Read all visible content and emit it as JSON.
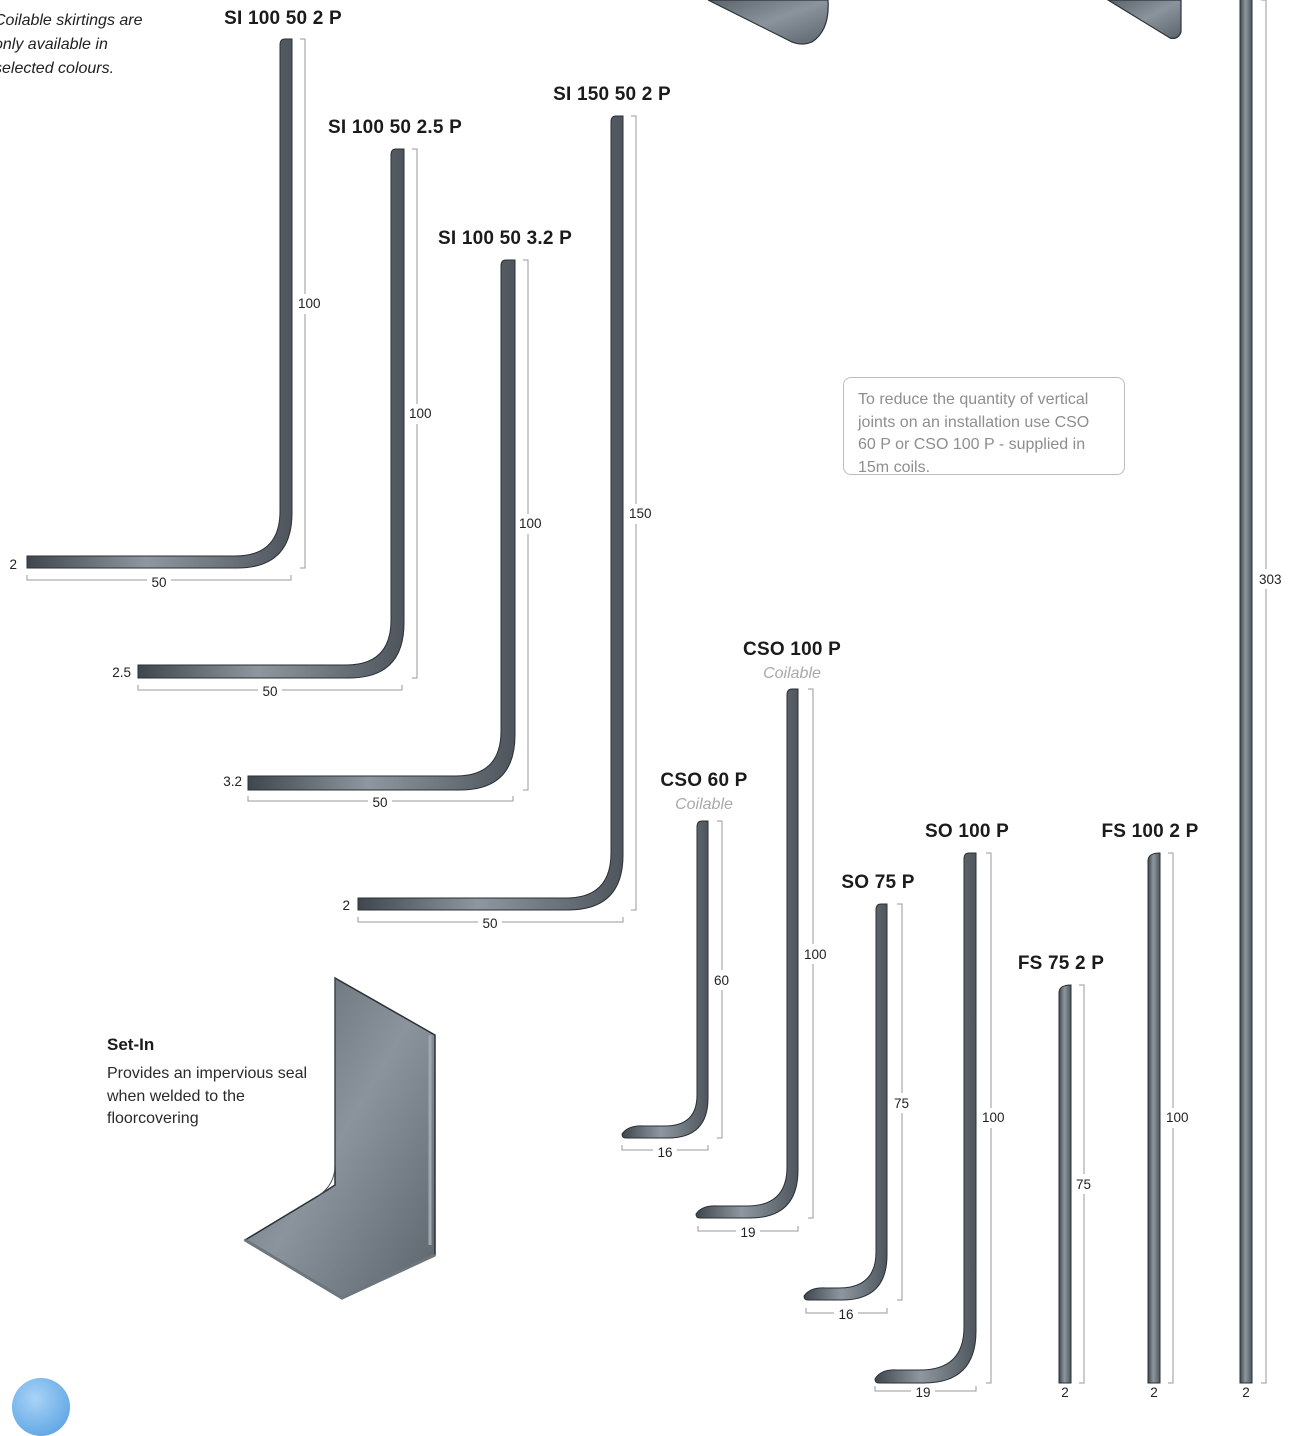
{
  "note_text": "Coilable skirtings are only available in selected colours.",
  "callout_text": "To reduce the quantity of vertical joints on an installation use CSO 60 P or CSO 100 P - supplied in 15m coils.",
  "set_in": {
    "title": "Set-In",
    "description": "Provides an impervious seal when welded to the floorcovering"
  },
  "colors": {
    "profile_dark": "#4a5158",
    "profile_light": "#8c959e",
    "dimension_line": "#9a9a9a",
    "info_icon": "#5fa6e6"
  },
  "icons": {
    "info": "info-icon"
  },
  "profiles": [
    {
      "name": "SI 100 50 2 P",
      "height": "100",
      "base": "50",
      "thickness": "2"
    },
    {
      "name": "SI 100 50 2.5 P",
      "height": "100",
      "base": "50",
      "thickness": "2.5"
    },
    {
      "name": "SI 100 50 3.2 P",
      "height": "100",
      "base": "50",
      "thickness": "3.2"
    },
    {
      "name": "SI 150 50 2 P",
      "height": "150",
      "base": "50",
      "thickness": "2"
    },
    {
      "name": "CSO 60 P",
      "subtitle": "Coilable",
      "height": "60",
      "base": "16"
    },
    {
      "name": "CSO 100 P",
      "subtitle": "Coilable",
      "height": "100",
      "base": "19"
    },
    {
      "name": "SO 75 P",
      "height": "75",
      "base": "16"
    },
    {
      "name": "SO 100 P",
      "height": "100",
      "base": "19"
    },
    {
      "name": "FS 75 2 P",
      "height": "75",
      "thickness": "2"
    },
    {
      "name": "FS 100 2 P",
      "height": "100",
      "thickness": "2"
    },
    {
      "height": "303",
      "thickness": "2"
    }
  ]
}
